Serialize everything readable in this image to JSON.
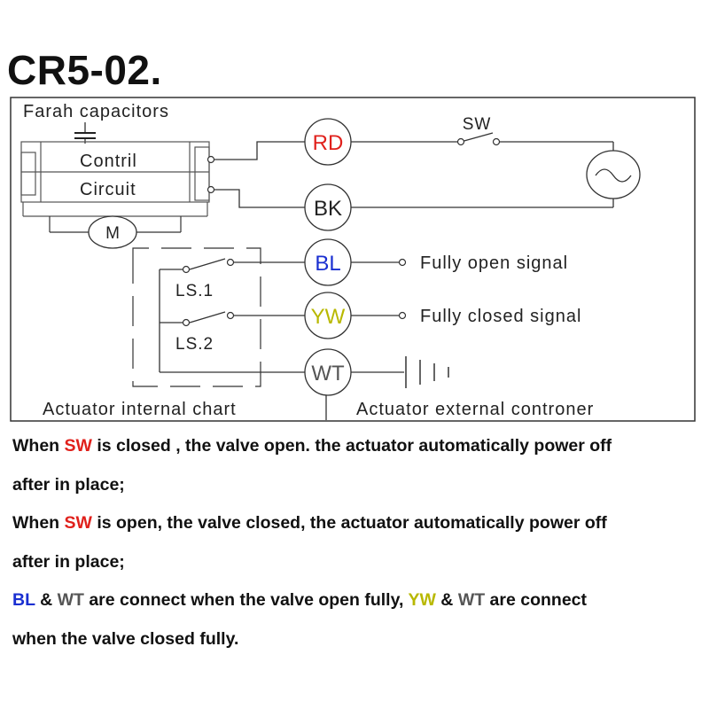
{
  "title": "CR5-02.",
  "diagram": {
    "capacitor_label": "Farah capacitors",
    "control_circuit": [
      "Contril",
      "Circuit"
    ],
    "motor_label": "M",
    "switch_label": "SW",
    "limit_switches": [
      "LS.1",
      "LS.2"
    ],
    "wires": [
      {
        "code": "RD",
        "color": "#e0211c"
      },
      {
        "code": "BK",
        "color": "#222222"
      },
      {
        "code": "BL",
        "color": "#1a2fd1"
      },
      {
        "code": "YW",
        "color": "#b8b800"
      },
      {
        "code": "WT",
        "color": "#555555"
      }
    ],
    "signals": {
      "open": "Fully open signal",
      "closed": "Fully closed signal"
    },
    "internal_label": "Actuator internal chart",
    "external_label": "Actuator external controner"
  },
  "description": {
    "line1": {
      "a": "When ",
      "b": "SW",
      "c": " is closed , the valve open. the actuator automatically power off"
    },
    "line2": "after in place;",
    "line3": {
      "a": "When ",
      "b": "SW",
      "c": " is open, the valve closed, the actuator automatically power off"
    },
    "line4": "after in place;",
    "line5": {
      "a": "BL",
      "b": " & ",
      "c": "WT",
      "d": " are connect when the valve open fully, ",
      "e": "YW",
      "f": " & ",
      "g": "WT",
      "h": " are connect"
    },
    "line6": "when the valve closed fully."
  }
}
